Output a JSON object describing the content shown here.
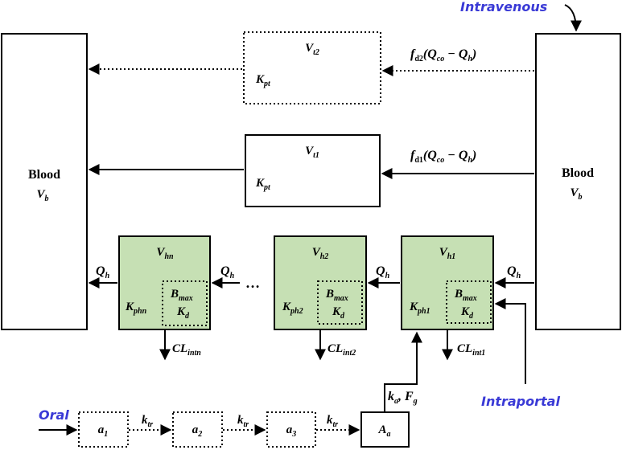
{
  "colors": {
    "hepatic_fill": "#c6e0b4",
    "blue_label": "#3a3ad6"
  },
  "blood_left": {
    "title": "Blood",
    "vol": "V",
    "vol_sub": "b"
  },
  "blood_right": {
    "title": "Blood",
    "vol": "V",
    "vol_sub": "b"
  },
  "route_iv": "Intravenous",
  "route_oral": "Oral",
  "route_portal": "Intraportal",
  "tissue2": {
    "vol": "V",
    "vol_sub": "t2",
    "kp": "K",
    "kp_sub": "pt",
    "flow_f": "f",
    "flow_f_sub": "d2",
    "flow_rest": "(Q",
    "flow_co": "co",
    "flow_minus": " − Q",
    "flow_h": "h",
    "flow_close": ")"
  },
  "tissue1": {
    "vol": "V",
    "vol_sub": "t1",
    "kp": "K",
    "kp_sub": "pt",
    "flow_f": "f",
    "flow_f_sub": "d1",
    "flow_rest": "(Q",
    "flow_co": "co",
    "flow_minus": " − Q",
    "flow_h": "h",
    "flow_close": ")"
  },
  "hep": [
    {
      "vol": "V",
      "vol_sub": "hn",
      "kp": "K",
      "kp_sub": "phn",
      "bmax": "B",
      "bmax_sub": "max",
      "kd": "K",
      "kd_sub": "d",
      "cl": "CL",
      "cl_sub": "intn"
    },
    {
      "vol": "V",
      "vol_sub": "h2",
      "kp": "K",
      "kp_sub": "ph2",
      "bmax": "B",
      "bmax_sub": "max",
      "kd": "K",
      "kd_sub": "d",
      "cl": "CL",
      "cl_sub": "int2"
    },
    {
      "vol": "V",
      "vol_sub": "h1",
      "kp": "K",
      "kp_sub": "ph1",
      "bmax": "B",
      "bmax_sub": "max",
      "kd": "K",
      "kd_sub": "d",
      "cl": "CL",
      "cl_sub": "int1"
    }
  ],
  "qh": {
    "q": "Q",
    "sub": "h"
  },
  "ellipsis": "…",
  "gut": [
    {
      "a": "a",
      "sub": "1"
    },
    {
      "a": "a",
      "sub": "2"
    },
    {
      "a": "a",
      "sub": "3"
    }
  ],
  "ktr": {
    "k": "k",
    "sub": "tr"
  },
  "absorb": {
    "a": "A",
    "sub": "a"
  },
  "ka_label": {
    "k": "k",
    "k_sub": "a",
    "comma": ", ",
    "f": "F",
    "f_sub": "g"
  }
}
